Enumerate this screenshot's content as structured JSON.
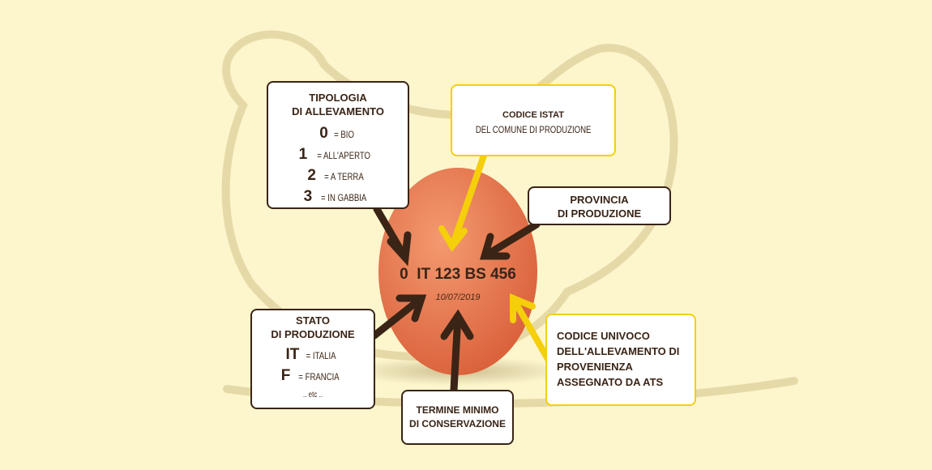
{
  "tipologia": {
    "title1": "TIPOLOGIA",
    "title2": "DI ALLEVAMENTO",
    "rows": [
      {
        "k": "0",
        "v": "= BIO"
      },
      {
        "k": "1",
        "v": "= ALL'APERTO"
      },
      {
        "k": "2",
        "v": "= A TERRA"
      },
      {
        "k": "3",
        "v": "= IN GABBIA"
      }
    ]
  },
  "istat": {
    "title": "CODICE ISTAT",
    "sub": "DEL COMUNE DI PRODUZIONE"
  },
  "provincia": {
    "title1": "PROVINCIA",
    "title2": "DI PRODUZIONE"
  },
  "stato": {
    "title1": "STATO",
    "title2": "DI PRODUZIONE",
    "rows": [
      {
        "k": "IT",
        "v": "= ITALIA"
      },
      {
        "k": "F",
        "v": "= FRANCIA"
      }
    ],
    "etc": ".. etc .."
  },
  "termine": {
    "title1": "TERMINE MINIMO",
    "title2": "DI CONSERVAZIONE"
  },
  "univoco": {
    "l1": "CODICE UNIVOCO",
    "l2": "DELL'ALLEVAMENTO DI",
    "l3": "PROVENIENZA",
    "l4": "ASSEGNATO DA ATS"
  },
  "egg": {
    "code": "0  IT 123 BS 456",
    "date": "10/07/2019"
  },
  "colors": {
    "bg": "#fdf6cd",
    "brown": "#3a2416",
    "yellow": "#f4cf0a",
    "egg": "#e8744a"
  }
}
